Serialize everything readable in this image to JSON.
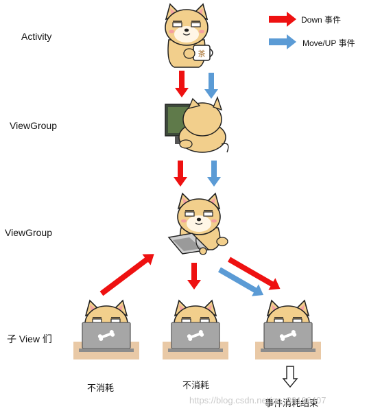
{
  "labels": {
    "activity": "Activity",
    "viewgroup_1": "ViewGroup",
    "viewgroup_2": "ViewGroup",
    "child_view": "子 View 们"
  },
  "legend": {
    "down": "Down 事件",
    "move_up": "Move/UP 事件"
  },
  "children": {
    "c1_status": "不消耗",
    "c2_status": "不消耗",
    "c3_status": "事件消耗结束"
  },
  "watermark": "https://blog.csdn.net/qq_38196407",
  "icons": {
    "activity": "shiba-tea-icon",
    "viewgroup_1": "shiba-computer-icon",
    "viewgroup_2": "shiba-keyboard-icon",
    "child": "shiba-laptop-icon"
  },
  "colors": {
    "down": "#ee1111",
    "move_up": "#5b9bd5",
    "dog": "#f2cf8c",
    "table": "#e9c9a6",
    "laptop": "#a6a6a6"
  }
}
